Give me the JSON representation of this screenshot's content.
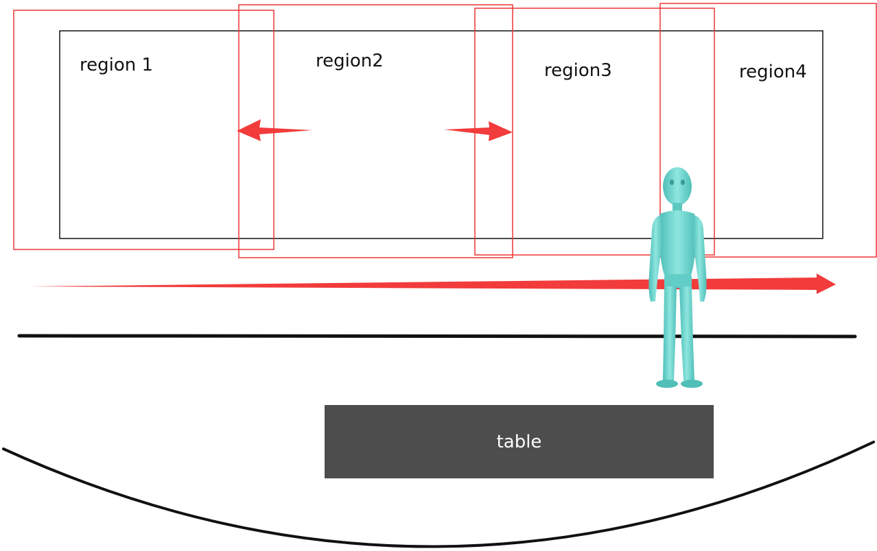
{
  "regions": [
    {
      "label": "region 1"
    },
    {
      "label": "region2"
    },
    {
      "label": "region3"
    },
    {
      "label": "region4"
    }
  ],
  "table": {
    "label": "table"
  },
  "colors": {
    "overlap_box": "#ee3333",
    "arrow": "#f23b3b",
    "wall": "#111111",
    "figure": "#6fd6cf",
    "table": "#4d4d4d"
  },
  "icons": {
    "figure": "person-figure-icon"
  }
}
